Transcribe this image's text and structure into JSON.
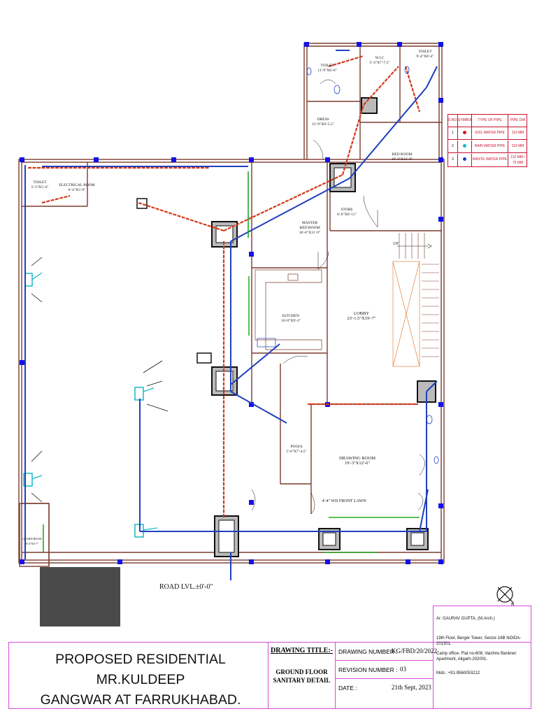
{
  "project": {
    "title_line1": "PROPOSED RESIDENTIAL MR.KULDEEP",
    "title_line2": "GANGWAR AT FARRUKHABAD."
  },
  "drawing_title": {
    "label": "DRAWING TITLE:-",
    "value_line1": "GROUND FLOOR",
    "value_line2": "SANITARY DETAIL"
  },
  "meta": {
    "drawing_number_label": "DRAWING NUMBER :",
    "drawing_number": "KG/FBD/20/2022",
    "revision_label": "REVISION NUMBER :",
    "revision": "03",
    "date_label": "DATE :",
    "date": "21th Sept, 2023"
  },
  "architect": {
    "name": "Ar. GAURAV GUPTA, (M.Arch.)",
    "address": "19th Floor, Berger Tower, Sector-16B NOIDA-201301.",
    "camp_office": "Camp office- Flat no-608, Vaishno Bankner Apartment, Aligarh-202001.",
    "mobile": "Mob.: +91-9560053212"
  },
  "legend": {
    "headers": [
      "S.NO.",
      "SYMBOL",
      "TYPE OF PIPE",
      "PIPE DIA"
    ],
    "rows": [
      {
        "no": "1",
        "type": "SOIL WATER PIPE",
        "dia": "110 MM",
        "color": "#d01c1c"
      },
      {
        "no": "2",
        "type": "RAIN WATER PIPE",
        "dia": "110 MM",
        "color": "#17b8c9"
      },
      {
        "no": "3",
        "type": "WASTE WATER PIPE",
        "dia": "110 MM / 75 MM",
        "color": "#1f3fbf"
      }
    ]
  },
  "rooms": [
    {
      "id": "toilet-1",
      "name": "TOILET",
      "size": "11'-9\"X6'-8\""
    },
    {
      "id": "wic",
      "name": "W.I.C",
      "size": "5'-3\"X7'-7.5\""
    },
    {
      "id": "toilet-2",
      "name": "TOILET",
      "size": "9'-4\"X8'-4\""
    },
    {
      "id": "dress",
      "name": "DRESS",
      "size": "11'-9\"X6'-5.5\""
    },
    {
      "id": "bedroom",
      "name": "BED ROOM",
      "size": "16'-3\"X11'-9\""
    },
    {
      "id": "store",
      "name": "STORE",
      "size": "6'-6\"X6'-11\""
    },
    {
      "id": "master",
      "name": "MASTER",
      "size": "BED ROOM"
    },
    {
      "id": "master-size",
      "name": "16'-0\"X11'-9\"",
      "size": ""
    },
    {
      "id": "toilet-3",
      "name": "TOILET",
      "size": "5'-3\"X5'-4\""
    },
    {
      "id": "electrical",
      "name": "ELECTRICAL ROOM",
      "size": "6'-4\"X5'-9\""
    },
    {
      "id": "kitchen",
      "name": "KITCHEN",
      "size": "16'-0\"X9'-3\""
    },
    {
      "id": "lobby",
      "name": "LOBBY",
      "size": "23'-1.5\"X19'-7\""
    },
    {
      "id": "pooja",
      "name": "POOJA",
      "size": "5'-6\"X7'-4.5\""
    },
    {
      "id": "drawing",
      "name": "DRAWING ROOM",
      "size": "19'-3\"X12'-6\""
    },
    {
      "id": "guard",
      "name": "GUARD ROOM",
      "size": "6'-4\"X6'-7\""
    },
    {
      "id": "lawn",
      "name": "4'-4\" WD FRONT LAWN",
      "size": ""
    }
  ],
  "labels": {
    "road": "ROAD  LVL.±0'-0\"",
    "up": "UP"
  },
  "north_arrow_letter": "N"
}
